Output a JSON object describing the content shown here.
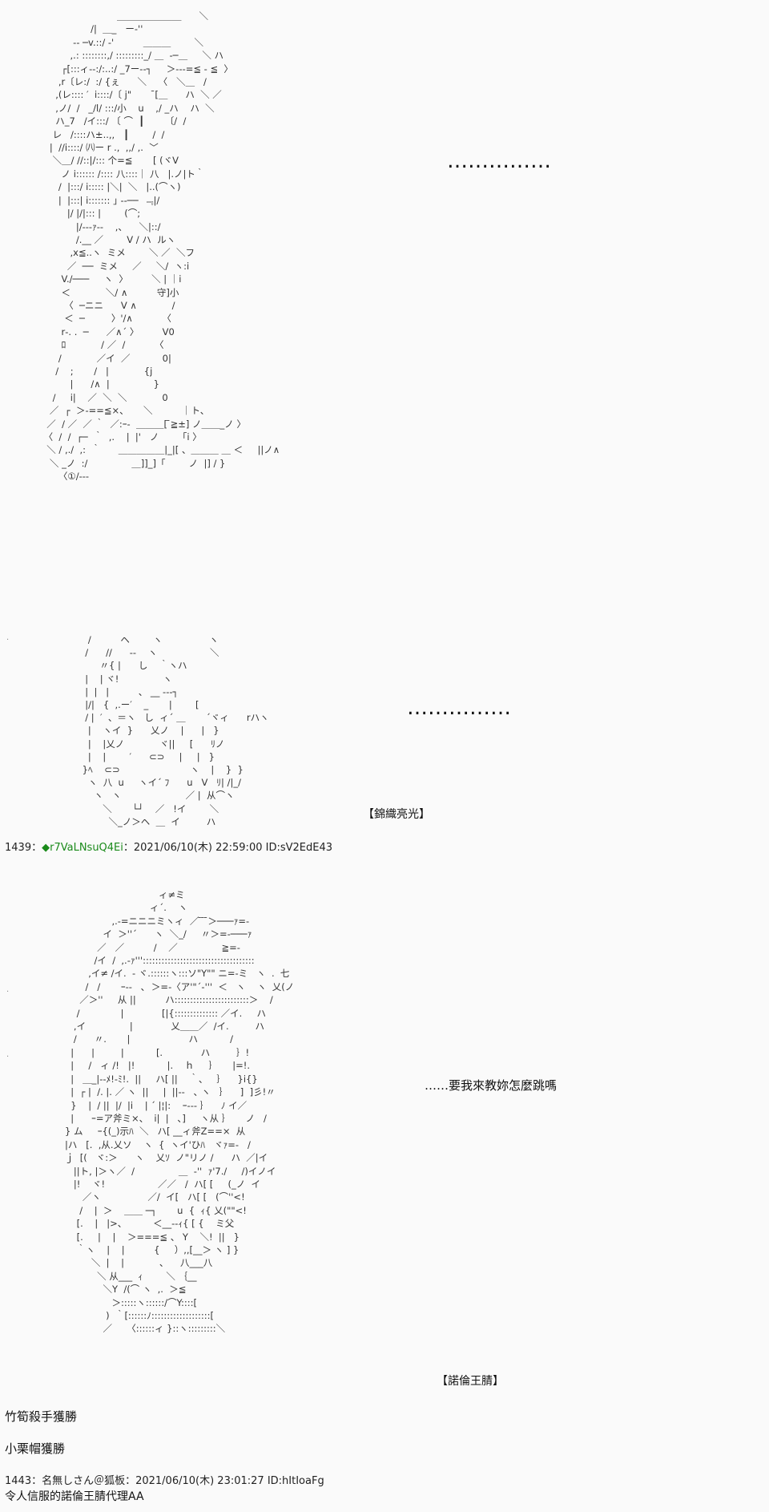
{
  "panel1": {
    "dots": "……………",
    "art": "                             ＿＿＿＿＿＿＿      ＼\n                    /|  ＿_   ー‐''\n              -- ─v.::/ ‐'          ＿＿＿        ＼\n             ,.: ::::::::,/ :::::::::_/ ＿  ‐─＿     ＼ ハ\n          ┌[:::ィ‐‐:/:..:/ _7ー‐-┐     ＞-‐-=≦ ‐ ≦  〉\n         ,r〔レ:/  :/ {ぇ      ＼    〈   ＼＿   /\n        ,(レ:::: ′  i::::/〔 j\"        ̄[＿      ハ  ＼ ／\n        ,ノ/  /   _/l/ :::/小    u    ,/ _ハ    ハ  ＼\n        ハ_7   /イ:::/ 〔 ⌒  ┃       〔/  /\n       レ   /::::ハ±..,,   ┃        /  /\n      |  //i::::/ ㈧ー r .,  ,,/ ,.  ﹀\n       ＼＿/ //::|/::: 个=≦       [ (ヾV\n          ノ i:::::: /:::: 八::::｜ 八   |.ノ|ト｀\n         /  |:::/ i::::: |＼|  ＼   |..(⌒ヽ)\n         |  |:::| i::::::: ｣ -‐──  ﹃|/\n            |/ |/|::: |        (⌒;\n               |/‐‐‐ｧ‐-    ,、    ＼|::/\n               /.__ ／        V / ハ  ルヽ\n             ,x≦..ヽ  ミメ        ＼ ／  ＼フ\n            ／  ──  ミメ     ／     ＼/  ヽ:i\n          V./───     ヽ  〉        ＼ | ｜i\n          ＜            ＼/ ∧          守]小\n           〈  ─ニニ      V ∧            /\n           ＜  ─         〉'/∧          〈\n          r‐. .  ─      ／∧´ 〉        V0\n          ﾛ            / ／  /          〈\n         /            ／イ  ／           0|\n        /    ;       /   |            {j\n             |      /∧  |               }\n       /     i|    ／  ＼  ＼            0\n      ／  ┌  ＞-==≦×、     ＼          ｜ト、\n     ／  / ／  ／ ｀  ／:ｰ-  ＿＿＿[ ̄≧±] ノ＿＿_ノ 〉\n    〈  /  /  ┌─  ｀  ,.    |  |'   ノ        ｢i 〉\n     ＼ / ,./  ,:  ｀      ＿＿＿＿＿|_|[ 、＿＿＿ ＿ ＜     ||ノ∧\n      ＼ _ノ  :/               ＿]]_]「        ノ  |] / }\n         〈①/‐‐‐"
  },
  "panel2": {
    "dots": "……………",
    "tag": "【錦織亮光】",
    "art": "      /          ヘ        ヽ                ヽ\n     /      //      --    ヽ                  ＼\n          〃{ |      し    ｀ヽハ\n     |    | ヾ!               ヽ\n     |  |   |          、 __ ---┐\n     |/|   {  ,.ー′    _       |        [\n     / |  ′  、＝ヽ   し  ィ´ ＿       ´ヾィ      rハヽ\n      |    ヽイ  }      乂ノ    |      |   }\n      |    |乂ノ            ヾ||     [      ﾘノ\n      |    |        ′      ⊂⊃     |     |   }\n    }ﾍ    ⊂⊃                        ヽ    |    }  }\n      ヽ  八  u     ヽイ´ ﾌ      u   V   ﾘ| /|_/\n        ヽ   ヽ                      ／ |  从⌒ヽ\n           ＼       └┘    ／   !イ        ＼\n             ＼_ノ＞ヘ  ＿  イ         ハ"
  },
  "post1": {
    "number": "1439",
    "separator": "：",
    "trip": "◆r7VaLNsuQ4Ei",
    "date": "：2021/06/10(木) 22:59:00 ID:sV2EdE43"
  },
  "panel3": {
    "speech": "……要我來教妳怎麼跳嗎",
    "tag": "【諾倫王腈】",
    "art": "                                   ィ≠ミ\n                                ィ´.    ヽ\n                   ,.-=ニニニミヽィ  ／ ̄ ̄ ̄＞───ｧ=‐\n                イ  ＞''´      ヽ  ＼_/     〃＞=-───ｧ\n              ／   ／          /    ／               ≧=‐\n             /イ  /  ,.‐ｧ'''::::::::::::::::::::::::::::::::::::\n           ,イ≠ /イ.  ‐ ヾ.::::::ヽ:::ソ\"Y\"\" ニ=‐ミ   ヽ  .  七\n          /   /       ｰ‐‐   ､  ＞=-〈ア'\"´‐'''  ＜   ヽ    ヽ  乂(ノ\n        ／＞''     从 ||          ハ::::::::::::::::::::::::＞    /\n       /              |             [|{:::::::::::::: ／イ.     ハ\n      ,イ               |             乂＿＿／  /イ.         ハ\n      /      〃.       |                    ハ           /\n     |      |         |           [.             ハ         ｝!\n     |     /   ィ /!   |!           |.    ｈ     ｝     |=!.\n     |   ＿_|‐‐ﾒ!-ﾐ!.  ||     ハ[ ||    ｀、   ｝    }i{}\n     |  ┌ |  /. |. ／ ヽ  ||     |  ||‐‐   ､ ヽ   ｝    ]  ]彡!〃\n     }    |  / ||  |/  |i    | ´ |¦|:    ｰ‐-- ｝    ﾉ イ／\n     |      ｰ=ア斧ミ×、  i|  |   ､]     ヽ从 ｝     ノ   /\n   } ム     ｰ{(_)示ﾊ  ＼   ハ[ __ィ斧Z==×  从\n   |ハ   [.  ,从.乂ソ    ヽ  {  ヽイ'ひﾊ   ヾｧ=‐   /\n   ｊ  [(   ヾ:＞      ヽ    乂ｿ  ノ\"リノ /      ハ  ／|イ\n      ||ト, |＞ヽ／  /               ＿  ‐''  ｧ'7./     /)イノイ\n      |!    ヾ!                  ／／   /  ハ[ [     (_ノ  イ\n         ／ヽ                ／/  イ[   ハ[ [   (⌒''<!\n        /    |  ＞    ＿＿ ─┐       u  {  ｨ{ 乂(\"\"<!\n       [.    |   |>、         ＜__‐-ｨ{ [ {    ミ父\n       [.     |    |    ＞===≦ 、 Y    ＼!  ||   }\n       ｀ヽ    |    |          {     ）,,[__＞ ヽ ] }\n            ＼  |    |            、    八___八\n              ＼ 从___  ｨ        ＼ ｛__\n                ＼Y  /(⌒ ヽ  ,.  ＞≦\n                   ＞:::::ヽ::::::/⌒Y::::[\n                 )  ｀[::::::ﾉ:::::::::::::::::::[\n                ／     〈::::::ィ }::ヽ:::::::::＼"
  },
  "text_lines": {
    "line1": "竹筍殺手獲勝",
    "line2": "小栗帽獲勝"
  },
  "post2": {
    "number": "1443",
    "name_date": "：名無しさん＠狐板：2021/06/10(木) 23:01:27 ID:hItIoaFg",
    "message": "令人信服的諾倫王腈代理AA"
  }
}
